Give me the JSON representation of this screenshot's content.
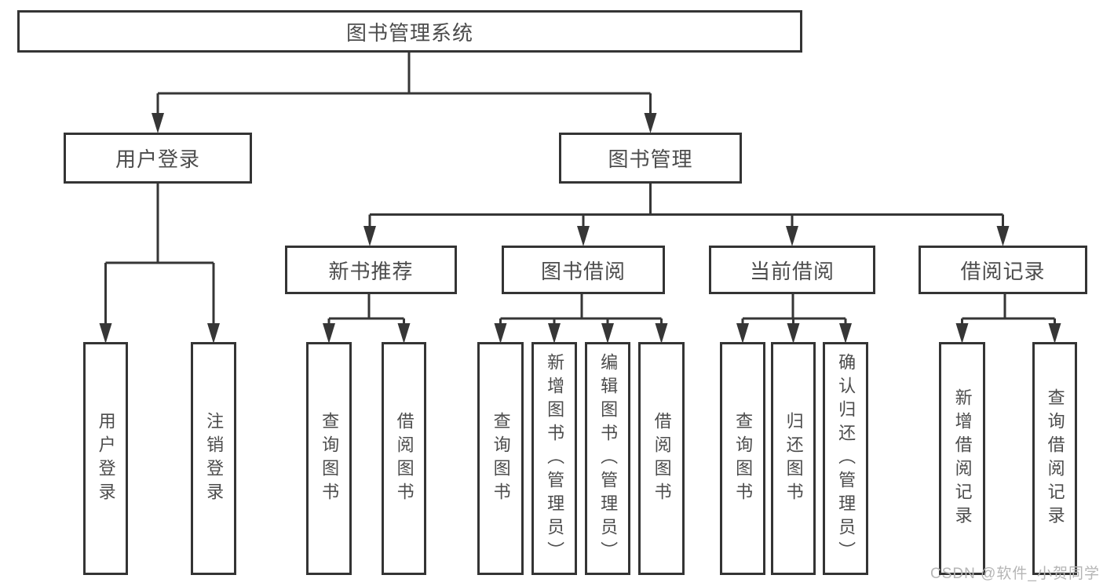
{
  "tree": {
    "label": "图书管理系统",
    "children": [
      {
        "label": "用户登录",
        "children": [
          {
            "label": "用户登录"
          },
          {
            "label": "注销登录"
          }
        ]
      },
      {
        "label": "图书管理",
        "children": [
          {
            "label": "新书推荐",
            "children": [
              {
                "label": "查询图书"
              },
              {
                "label": "借阅图书"
              }
            ]
          },
          {
            "label": "图书借阅",
            "children": [
              {
                "label": "查询图书"
              },
              {
                "label": "新增图书（管理员）"
              },
              {
                "label": "编辑图书（管理员）"
              },
              {
                "label": "借阅图书"
              }
            ]
          },
          {
            "label": "当前借阅",
            "children": [
              {
                "label": "查询图书"
              },
              {
                "label": "归还图书"
              },
              {
                "label": "确认归还（管理员）"
              }
            ]
          },
          {
            "label": "借阅记录",
            "children": [
              {
                "label": "新增借阅记录"
              },
              {
                "label": "查询借阅记录"
              }
            ]
          }
        ]
      }
    ]
  },
  "watermark": {
    "text": "CSDN @软件_小贺同学"
  },
  "colors": {
    "line": "#363636",
    "box_border": "#343434",
    "text": "#4c4c4c",
    "watermark": "#b5b5b5",
    "background": "#ffffff"
  }
}
